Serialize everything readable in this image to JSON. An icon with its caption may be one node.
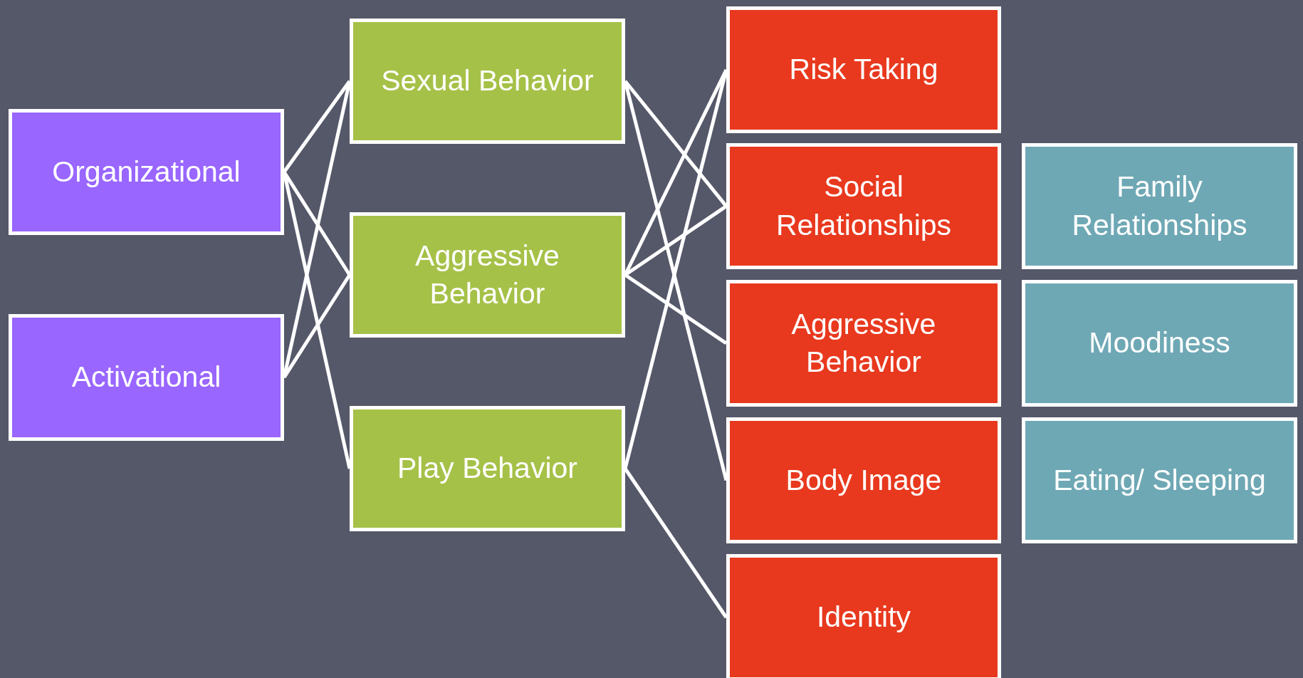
{
  "diagram": {
    "nodes": [
      {
        "text": [
          "Organizational"
        ]
      },
      {
        "text": [
          "Activational"
        ]
      },
      {
        "text": [
          "Sexual Behavior"
        ]
      },
      {
        "text": [
          "Aggressive Behavior"
        ]
      },
      {
        "text": [
          "Play Behavior"
        ]
      },
      {
        "text": [
          "Risk Taking"
        ]
      },
      {
        "text": [
          "Social Relationships"
        ]
      },
      {
        "text": [
          "Aggressive Behavior"
        ]
      },
      {
        "text": [
          "Body Image"
        ]
      },
      {
        "text": [
          "Identity"
        ]
      },
      {
        "text": [
          "Family Relationships"
        ]
      },
      {
        "text": [
          "Moodiness"
        ]
      },
      {
        "text": [
          "Eating/ Sleeping"
        ]
      }
    ],
    "edges": [
      {
        "from": 0,
        "to": 2,
        "arrow": "none"
      },
      {
        "from": 0,
        "to": 3,
        "arrow": "none"
      },
      {
        "from": 0,
        "to": 4,
        "arrow": "none"
      },
      {
        "from": 1,
        "to": 2,
        "arrow": "none"
      },
      {
        "from": 1,
        "to": 3,
        "arrow": "none"
      },
      {
        "from": 2,
        "to": 6,
        "arrow": "none"
      },
      {
        "from": 2,
        "to": 8,
        "arrow": "none"
      },
      {
        "from": 3,
        "to": 5,
        "arrow": "none"
      },
      {
        "from": 3,
        "to": 6,
        "arrow": "none"
      },
      {
        "from": 3,
        "to": 7,
        "arrow": "none"
      },
      {
        "from": 4,
        "to": 5,
        "arrow": "none"
      },
      {
        "from": 4,
        "to": 9,
        "arrow": "none"
      }
    ]
  }
}
